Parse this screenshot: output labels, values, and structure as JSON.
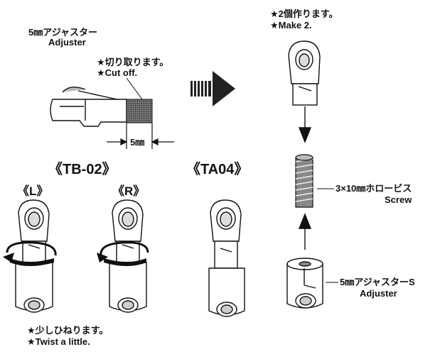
{
  "top_left": {
    "adjuster_label_jp": "5㎜アジャスター",
    "adjuster_label_en": "Adjuster",
    "cut_note_jp": "★切り取ります。",
    "cut_note_en": "★Cut off.",
    "dimension": "5㎜"
  },
  "groups": {
    "tb02": "《TB-02》",
    "left": "《L》",
    "right": "《R》",
    "ta04": "《TA04》"
  },
  "bottom_note": {
    "jp": "★少しひねります。",
    "en": "★Twist a little."
  },
  "right_column": {
    "make_jp": "★2個作ります。",
    "make_en": "★Make 2.",
    "screw_jp": "3×10㎜ホロービス",
    "screw_en": "Screw",
    "adjuster_s_jp": "5㎜アジャスターS",
    "adjuster_s_en": "Adjuster"
  },
  "colors": {
    "ink": "#111111",
    "shade": "#555555",
    "light": "#eeeeee"
  }
}
